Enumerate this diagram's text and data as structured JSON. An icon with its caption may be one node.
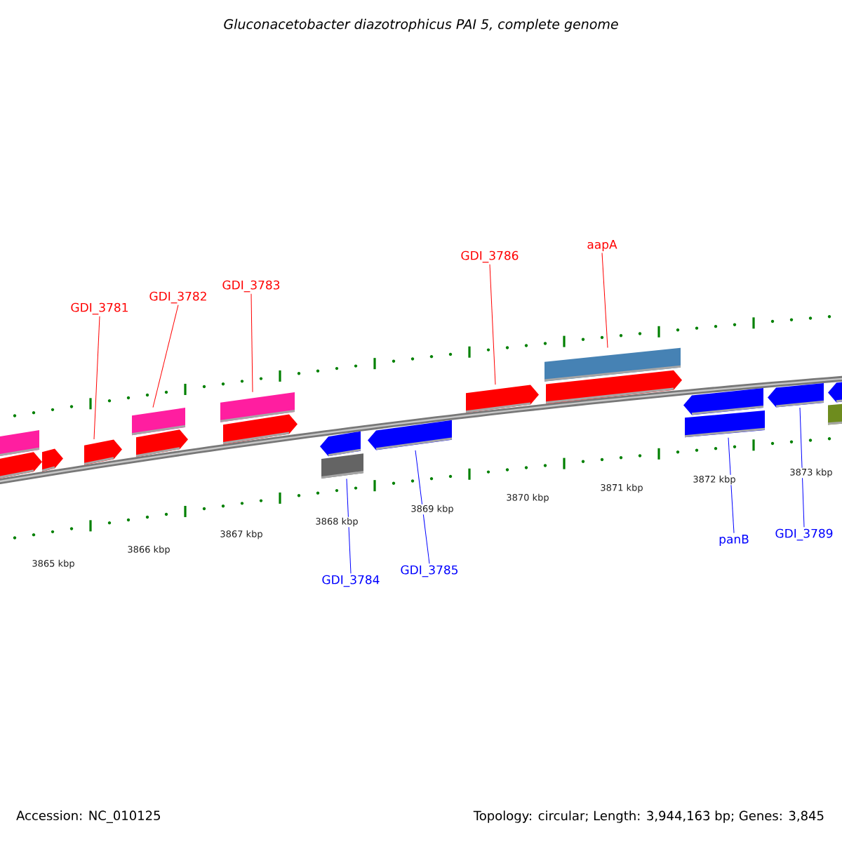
{
  "diagram": {
    "title": "Gluconacetobacter diazotrophicus PAI 5, complete genome",
    "nodes": [
      {
        "text": [
          "GDI_3781"
        ]
      },
      {
        "text": [
          "GDI_3782"
        ]
      },
      {
        "text": [
          "GDI_3783"
        ]
      },
      {
        "text": [
          "GDI_3786"
        ]
      },
      {
        "text": [
          "aapA"
        ]
      },
      {
        "text": [
          "GDI_3784"
        ]
      },
      {
        "text": [
          "GDI_3785"
        ]
      },
      {
        "text": [
          "panB"
        ]
      },
      {
        "text": [
          "GDI_3789"
        ]
      },
      {
        "text": [],
        "shape": "arrow"
      },
      {
        "text": [],
        "shape": "bar"
      },
      {
        "text": [],
        "shape": "bar"
      },
      {
        "text": [],
        "shape": "bar"
      },
      {
        "text": [],
        "shape": "arrow"
      },
      {
        "text": [],
        "shape": "arrow"
      },
      {
        "text": [],
        "shape": "bar"
      },
      {
        "text": [],
        "shape": "bar"
      },
      {
        "text": [],
        "shape": "arrow"
      },
      {
        "text": [],
        "shape": "arrow"
      },
      {
        "text": [],
        "shape": "bar"
      },
      {
        "text": [],
        "shape": "arrow"
      },
      {
        "text": [],
        "shape": "arrow"
      },
      {
        "text": [],
        "shape": "arrow"
      },
      {
        "text": [],
        "shape": "arrow"
      },
      {
        "text": [],
        "shape": "arrow"
      },
      {
        "text": [],
        "shape": "arrow"
      },
      {
        "text": [],
        "shape": "arrow"
      },
      {
        "text": [],
        "shape": "bar"
      }
    ],
    "edges": [
      {
        "from": 0,
        "to": 9,
        "arrow": "none"
      },
      {
        "from": 1,
        "to": 10,
        "arrow": "none"
      },
      {
        "from": 2,
        "to": 11,
        "arrow": "none"
      },
      {
        "from": 3,
        "to": 14,
        "arrow": "none"
      },
      {
        "from": 4,
        "to": 15,
        "arrow": "none"
      },
      {
        "from": 5,
        "to": 12,
        "arrow": "none",
        "color": "#0000ff"
      },
      {
        "from": 6,
        "to": 13,
        "arrow": "none",
        "color": "#0000ff"
      },
      {
        "from": 7,
        "to": 16,
        "arrow": "none",
        "color": "#0000ff"
      },
      {
        "from": 8,
        "to": 17,
        "arrow": "none",
        "color": "#0000ff"
      }
    ],
    "labels": [
      "3865 kbp",
      "3866 kbp",
      "3867 kbp",
      "3868 kbp",
      "3869 kbp",
      "3870 kbp",
      "3871 kbp",
      "3872 kbp",
      "3873 kbp",
      "Accession: NC_010125",
      "Topology: circular; Length: 3,944,163 bp; Genes: 3,845"
    ]
  }
}
